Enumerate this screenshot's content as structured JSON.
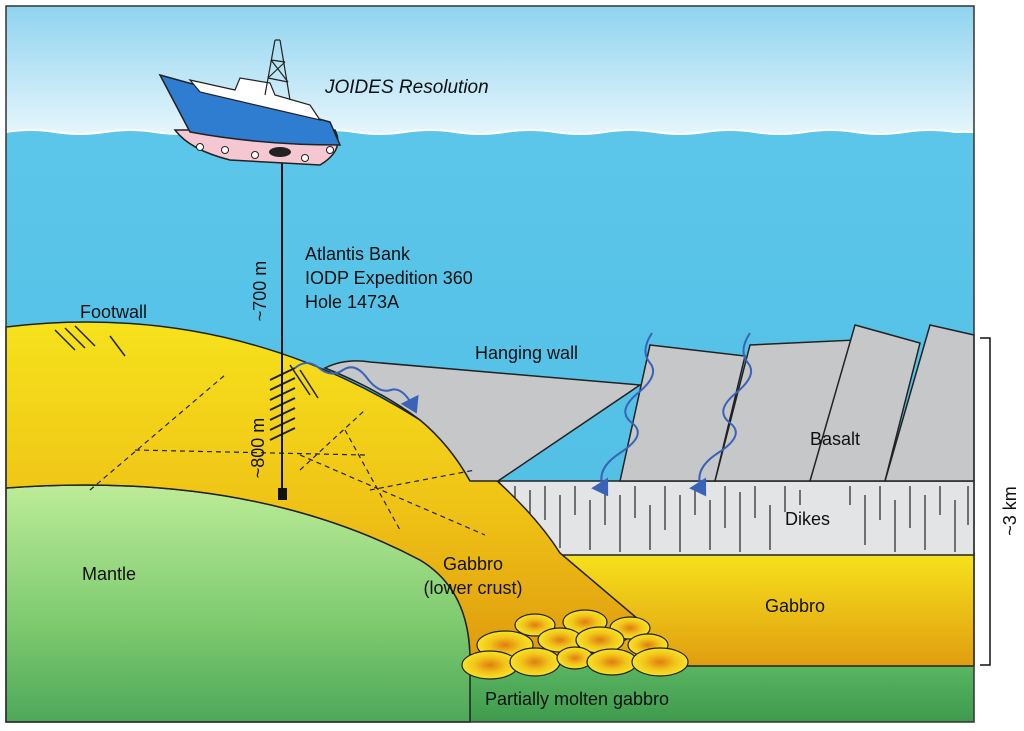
{
  "ship": {
    "name": "JOIDES Resolution"
  },
  "site": {
    "line1": "Atlantis Bank",
    "line2": "IODP Expedition 360",
    "line3": "Hole 1473A"
  },
  "depth_labels": {
    "water_depth": "~700 m",
    "drill_depth": "~800 m"
  },
  "scale": {
    "thickness": "~3 km"
  },
  "units": {
    "footwall": "Footwall",
    "hanging_wall": "Hanging wall",
    "basalt": "Basalt",
    "dikes": "Dikes",
    "gabbro_lower_crust_1": "Gabbro",
    "gabbro_lower_crust_2": "(lower crust)",
    "gabbro": "Gabbro",
    "mantle": "Mantle",
    "partially_molten": "Partially molten gabbro"
  },
  "colors": {
    "sky": "#b9e3f5",
    "sea": "#56c2e6",
    "gabbro_light": "#f4df1c",
    "gabbro_dark": "#e0a00e",
    "mantle_light": "#b8eb95",
    "mantle_dark": "#4ea85a",
    "basalt": "#c6c7c9",
    "dikes": "#e3e4e6",
    "hull": "#2e7dd1",
    "flow_arrow": "#3a63b7"
  }
}
